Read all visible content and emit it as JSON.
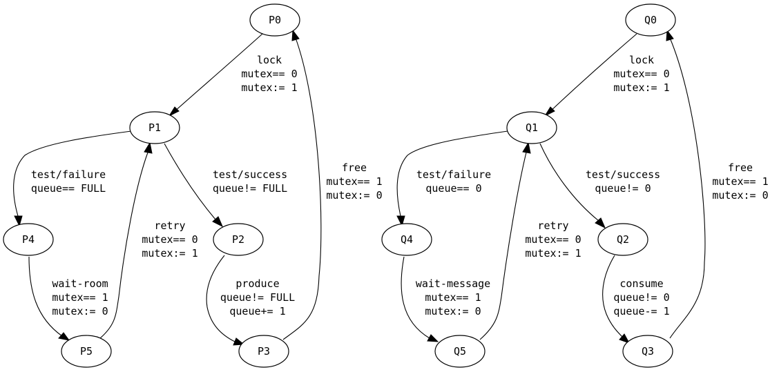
{
  "diagram": {
    "producer": {
      "nodes": {
        "P0": "P0",
        "P1": "P1",
        "P2": "P2",
        "P3": "P3",
        "P4": "P4",
        "P5": "P5"
      },
      "edges": {
        "p0_p1": [
          "lock",
          "mutex== 0",
          "mutex:= 1"
        ],
        "p1_p4": [
          "test/failure",
          "queue== FULL"
        ],
        "p1_p2": [
          "test/success",
          "queue!= FULL"
        ],
        "p4_p5": [
          "wait-room",
          "mutex== 1",
          "mutex:= 0"
        ],
        "p5_p1": [
          "retry",
          "mutex== 0",
          "mutex:= 1"
        ],
        "p2_p3": [
          "produce",
          "queue!= FULL",
          "queue+= 1"
        ],
        "p3_p0": [
          "free",
          "mutex== 1",
          "mutex:= 0"
        ]
      }
    },
    "consumer": {
      "nodes": {
        "Q0": "Q0",
        "Q1": "Q1",
        "Q2": "Q2",
        "Q3": "Q3",
        "Q4": "Q4",
        "Q5": "Q5"
      },
      "edges": {
        "q0_q1": [
          "lock",
          "mutex== 0",
          "mutex:= 1"
        ],
        "q1_q4": [
          "test/failure",
          "queue== 0"
        ],
        "q1_q2": [
          "test/success",
          "queue!= 0"
        ],
        "q4_q5": [
          "wait-message",
          "mutex== 1",
          "mutex:= 0"
        ],
        "q5_q1": [
          "retry",
          "mutex== 0",
          "mutex:= 1"
        ],
        "q2_q3": [
          "consume",
          "queue!= 0",
          "queue-= 1"
        ],
        "q3_q0": [
          "free",
          "mutex== 1",
          "mutex:= 0"
        ]
      }
    }
  }
}
